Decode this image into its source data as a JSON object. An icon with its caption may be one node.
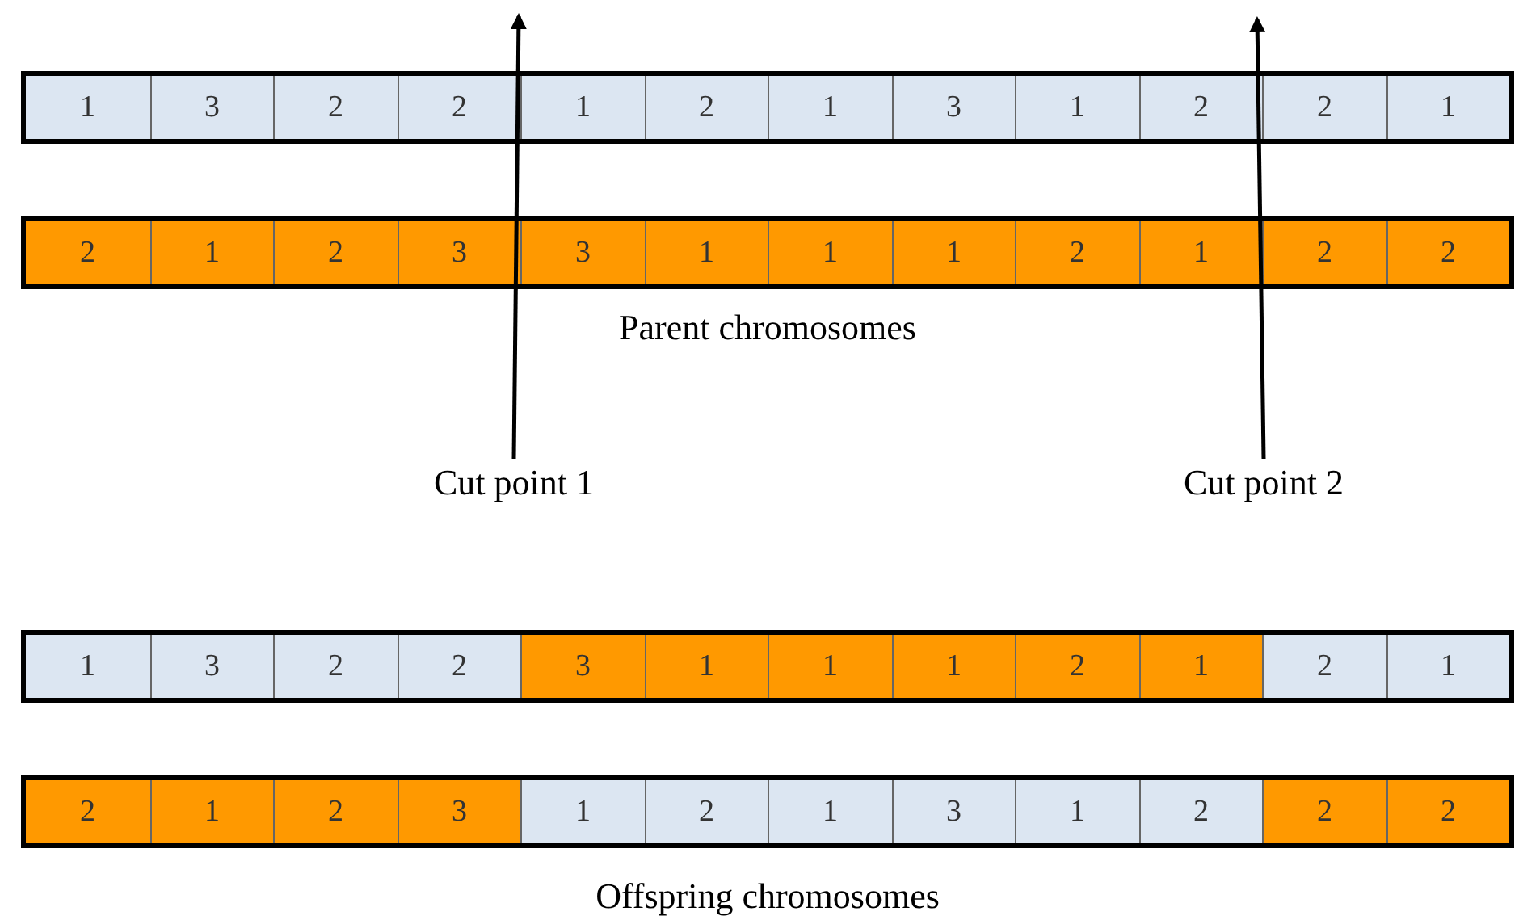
{
  "diagram": {
    "nodes": [
      {
        "text": [],
        "shape": "bar"
      },
      {
        "text": [
          "1"
        ],
        "in": 0
      },
      {
        "text": [
          "3"
        ],
        "in": 0
      },
      {
        "text": [
          "2"
        ],
        "in": 0
      },
      {
        "text": [
          "2"
        ],
        "in": 0
      },
      {
        "text": [
          "1"
        ],
        "in": 0
      },
      {
        "text": [
          "2"
        ],
        "in": 0
      },
      {
        "text": [
          "1"
        ],
        "in": 0
      },
      {
        "text": [
          "3"
        ],
        "in": 0
      },
      {
        "text": [
          "1"
        ],
        "in": 0
      },
      {
        "text": [
          "2"
        ],
        "in": 0
      },
      {
        "text": [
          "2"
        ],
        "in": 0
      },
      {
        "text": [
          "1"
        ],
        "in": 0
      },
      {
        "text": [],
        "shape": "bar"
      },
      {
        "text": [
          "2"
        ],
        "in": 13
      },
      {
        "text": [
          "1"
        ],
        "in": 13
      },
      {
        "text": [
          "2"
        ],
        "in": 13
      },
      {
        "text": [
          "3"
        ],
        "in": 13
      },
      {
        "text": [
          "3"
        ],
        "in": 13
      },
      {
        "text": [
          "1"
        ],
        "in": 13
      },
      {
        "text": [
          "1"
        ],
        "in": 13
      },
      {
        "text": [
          "1"
        ],
        "in": 13
      },
      {
        "text": [
          "2"
        ],
        "in": 13
      },
      {
        "text": [
          "1"
        ],
        "in": 13
      },
      {
        "text": [
          "2"
        ],
        "in": 13
      },
      {
        "text": [
          "2"
        ],
        "in": 13
      },
      {
        "text": [
          "Cut point 1"
        ]
      },
      {
        "text": [
          "Cut point 2"
        ]
      },
      {
        "text": [],
        "shape": "bar"
      },
      {
        "text": [
          "1"
        ],
        "in": 28
      },
      {
        "text": [
          "3"
        ],
        "in": 28
      },
      {
        "text": [
          "2"
        ],
        "in": 28
      },
      {
        "text": [
          "2"
        ],
        "in": 28
      },
      {
        "text": [
          "3"
        ],
        "in": 28
      },
      {
        "text": [
          "1"
        ],
        "in": 28
      },
      {
        "text": [
          "1"
        ],
        "in": 28
      },
      {
        "text": [
          "1"
        ],
        "in": 28
      },
      {
        "text": [
          "2"
        ],
        "in": 28
      },
      {
        "text": [
          "1"
        ],
        "in": 28
      },
      {
        "text": [
          "2"
        ],
        "in": 28
      },
      {
        "text": [
          "1"
        ],
        "in": 28
      },
      {
        "text": [],
        "shape": "bar"
      },
      {
        "text": [
          "2"
        ],
        "in": 41
      },
      {
        "text": [
          "1"
        ],
        "in": 41
      },
      {
        "text": [
          "2"
        ],
        "in": 41
      },
      {
        "text": [
          "3"
        ],
        "in": 41
      },
      {
        "text": [
          "1"
        ],
        "in": 41
      },
      {
        "text": [
          "2"
        ],
        "in": 41
      },
      {
        "text": [
          "1"
        ],
        "in": 41
      },
      {
        "text": [
          "3"
        ],
        "in": 41
      },
      {
        "text": [
          "1"
        ],
        "in": 41
      },
      {
        "text": [
          "2"
        ],
        "in": 41
      },
      {
        "text": [
          "2"
        ],
        "in": 41
      },
      {
        "text": [
          "2"
        ],
        "in": 41
      }
    ],
    "edges": [
      {
        "from": 26,
        "to": null,
        "arrow": "to"
      },
      {
        "from": 27,
        "to": null,
        "arrow": "to"
      }
    ],
    "labels": [
      "Parent chromosomes",
      "Offspring chromosomes"
    ]
  }
}
